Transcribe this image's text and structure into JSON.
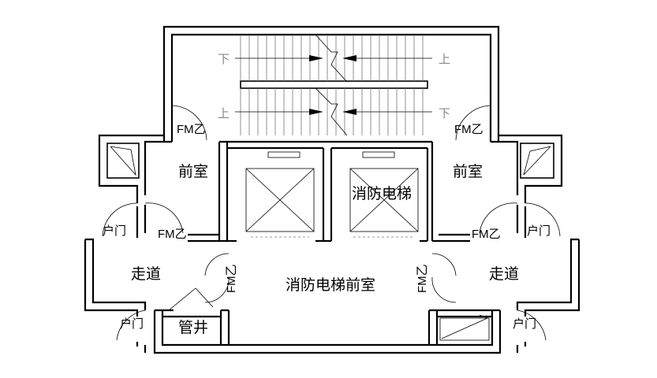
{
  "labels": {
    "stair_down_left": "下",
    "stair_up_right": "上",
    "stair_up_left": "上",
    "stair_down_right": "下",
    "fm_stair_left": "FM乙",
    "fm_stair_right": "FM乙",
    "anteroom_left": "前室",
    "anteroom_right": "前室",
    "fire_elevator": "消防电梯",
    "unit_door_left_upper": "户门",
    "unit_door_right_upper": "户门",
    "fm_corridor_left": "FM乙",
    "fm_corridor_right": "FM乙",
    "corridor_left": "走道",
    "corridor_right": "走道",
    "fm_lobby_left": "FM乙",
    "fm_lobby_right": "FM乙",
    "fire_elevator_lobby": "消防电梯前室",
    "unit_door_left_lower": "户门",
    "unit_door_right_lower": "户门",
    "pipe_shaft": "管井"
  }
}
